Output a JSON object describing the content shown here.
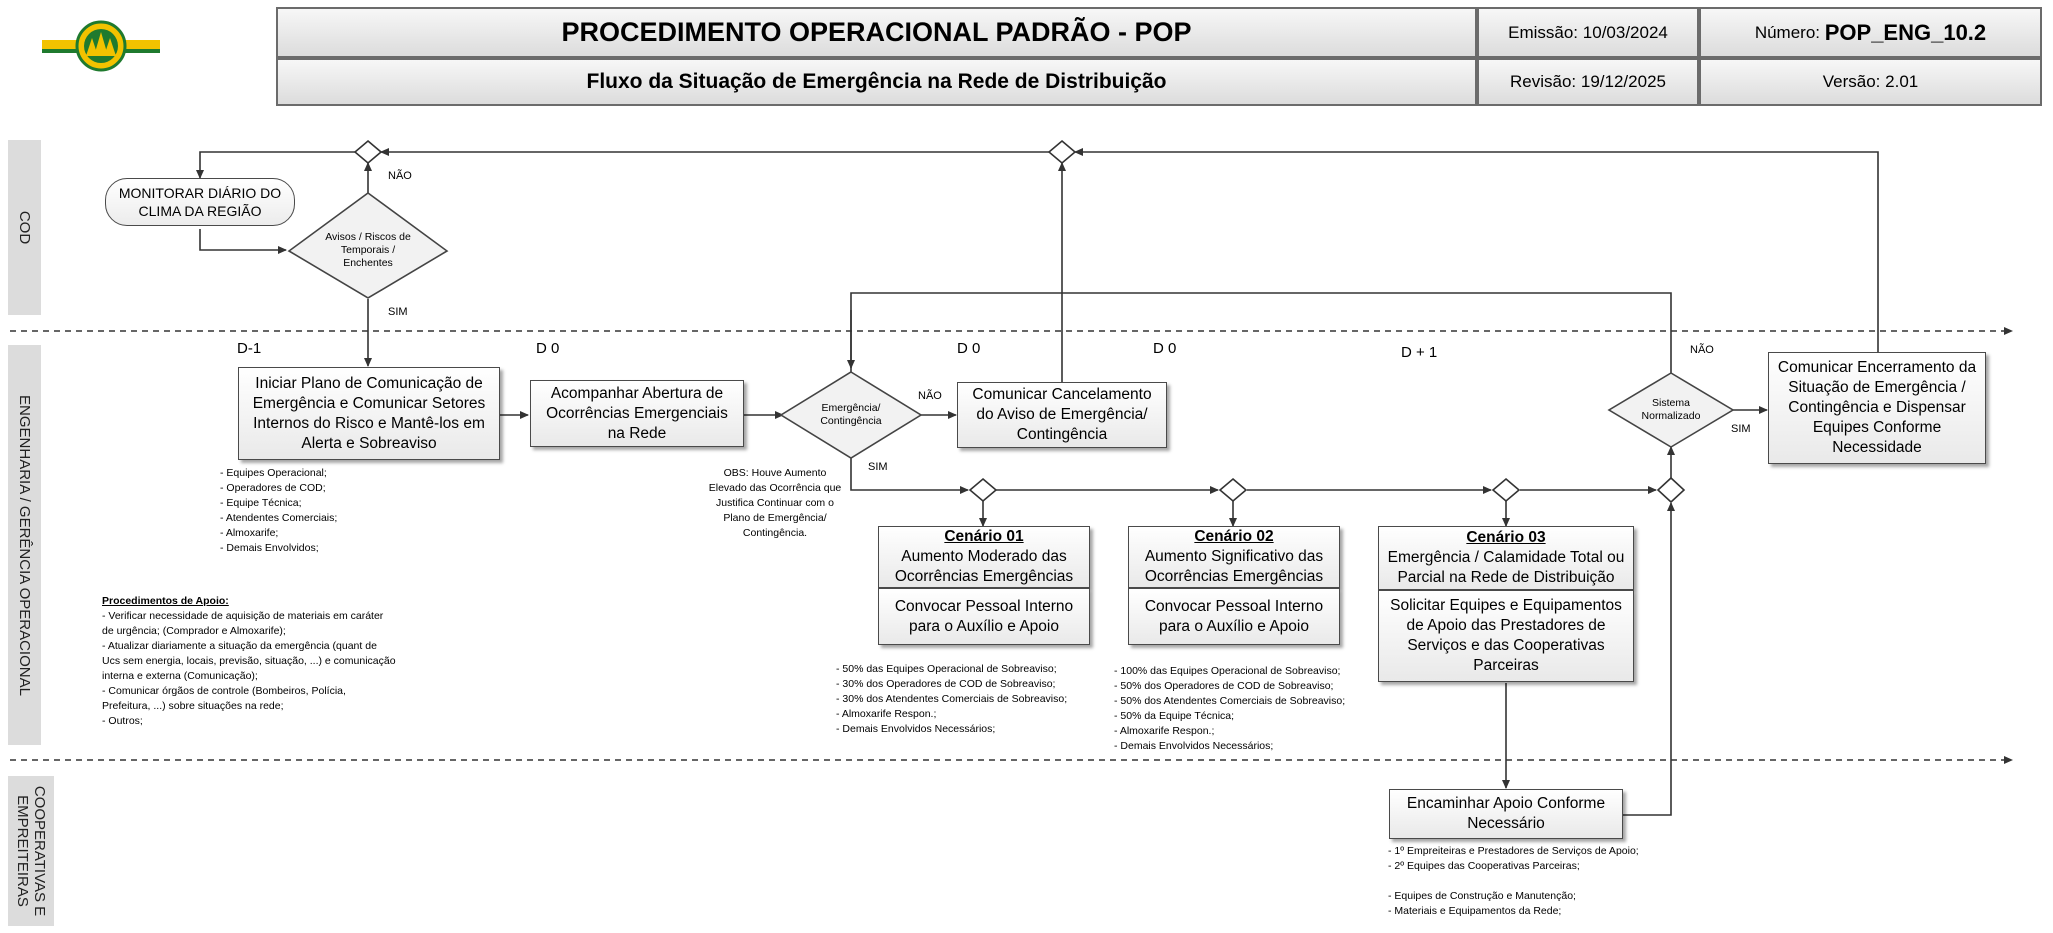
{
  "header": {
    "title": "PROCEDIMENTO OPERACIONAL PADRÃO - POP",
    "subtitle": "Fluxo da Situação de Emergência na Rede de Distribuição",
    "emissao_label": "Emissão:",
    "emissao_value": "10/03/2024",
    "revisao_label": "Revisão:",
    "revisao_value": "19/12/2025",
    "numero_label": "Número:",
    "numero_value": "POP_ENG_10.2",
    "versao_label": "Versão:",
    "versao_value": "2.01"
  },
  "lanes": {
    "cod": "COD",
    "engenharia": "ENGENHARIA / GERÊNCIA OPERACIONAL",
    "coop_line1": "COOPERATIVAS E",
    "coop_line2": "EMPREITEIRAS"
  },
  "phases": {
    "d_minus_1": "D-1",
    "d0_a": "D 0",
    "d0_b": "D 0",
    "d0_c": "D 0",
    "d_plus_1": "D + 1"
  },
  "nodes": {
    "monitorar": "MONITORAR DIÁRIO DO CLIMA DA REGIÃO",
    "avisos": "Avisos / Riscos de Temporais / Enchentes",
    "iniciar": "Iniciar Plano de Comunicação de Emergência e Comunicar Setores Internos do Risco e Mantê-los em Alerta e Sobreaviso",
    "acompanhar": "Acompanhar Abertura de Ocorrências Emergenciais na Rede",
    "emergencia": "Emergência/ Contingência",
    "comunicar_cancel": "Comunicar Cancelamento do Aviso de Emergência/ Contingência",
    "sistema": "Sistema Normalizado",
    "comunicar_encerr": "Comunicar Encerramento da Situação de Emergência / Contingência e Dispensar Equipes Conforme Necessidade",
    "cen1_title": "Cenário 01",
    "cen1_desc": "Aumento Moderado das Ocorrências Emergências",
    "cen1_action": "Convocar Pessoal Interno para o Auxílio e Apoio",
    "cen2_title": "Cenário 02",
    "cen2_desc": "Aumento Significativo das Ocorrências Emergências",
    "cen2_action": "Convocar Pessoal Interno para o Auxílio e Apoio",
    "cen3_title": "Cenário 03",
    "cen3_desc": "Emergência / Calamidade Total ou Parcial na Rede de Distribuição",
    "cen3_action": "Solicitar Equipes e Equipamentos de Apoio das Prestadores de Serviços e das Cooperativas Parceiras",
    "encaminhar": "Encaminhar Apoio Conforme Necessário"
  },
  "labels": {
    "nao_1": "NÃO",
    "sim_1": "SIM",
    "nao_2": "NÃO",
    "sim_2": "SIM",
    "nao_3": "NÃO",
    "sim_3": "SIM"
  },
  "obs": [
    "OBS: Houve Aumento",
    "Elevado  das Ocorrência que",
    "Justifica Continuar com o",
    "Plano de Emergência/",
    "Contingência."
  ],
  "iniciar_list": [
    "- Equipes Operacional;",
    "- Operadores de COD;",
    "- Equipe Técnica;",
    "- Atendentes Comerciais;",
    "- Almoxarife;",
    "- Demais Envolvidos;"
  ],
  "procedimentos": {
    "title": "Procedimentos de Apoio:",
    "lines": [
      "- Verificar necessidade de aquisição de materiais em caráter",
      "de urgência; (Comprador e Almoxarife);",
      "- Atualizar diariamente a situação da emergência (quant de",
      "Ucs sem energia, locais, previsão, situação, ...) e comunicação",
      "interna e externa (Comunicação);",
      "- Comunicar órgãos de controle (Bombeiros, Polícia,",
      "Prefeitura, ...) sobre situações na rede;",
      "- Outros;"
    ]
  },
  "cen1_list": [
    "- 50% das Equipes Operacional de Sobreaviso;",
    "- 30% dos Operadores de COD de Sobreaviso;",
    "- 30% dos Atendentes Comerciais de Sobreaviso;",
    "- Almoxarife Respon.;",
    "- Demais Envolvidos Necessários;"
  ],
  "cen2_list": [
    "- 100% das Equipes Operacional de Sobreaviso;",
    "- 50% dos Operadores de COD de Sobreaviso;",
    "- 50% dos Atendentes Comerciais de Sobreaviso;",
    "- 50% da Equipe Técnica;",
    "- Almoxarife Respon.;",
    "- Demais Envolvidos Necessários;"
  ],
  "encaminhar_list": [
    "- 1º Empreiteiras e Prestadores de Serviços de Apoio;",
    "- 2º Equipes das Cooperativas Parceiras;",
    "",
    "- Equipes de Construção e Manutenção;",
    "- Materiais e Equipamentos da Rede;"
  ],
  "colors": {
    "logo_yellow": "#f2c200",
    "logo_green": "#1f7a2e",
    "lane_gray": "#dcdcdc",
    "line": "#333333"
  },
  "icons": {
    "logo": "company-logo"
  }
}
